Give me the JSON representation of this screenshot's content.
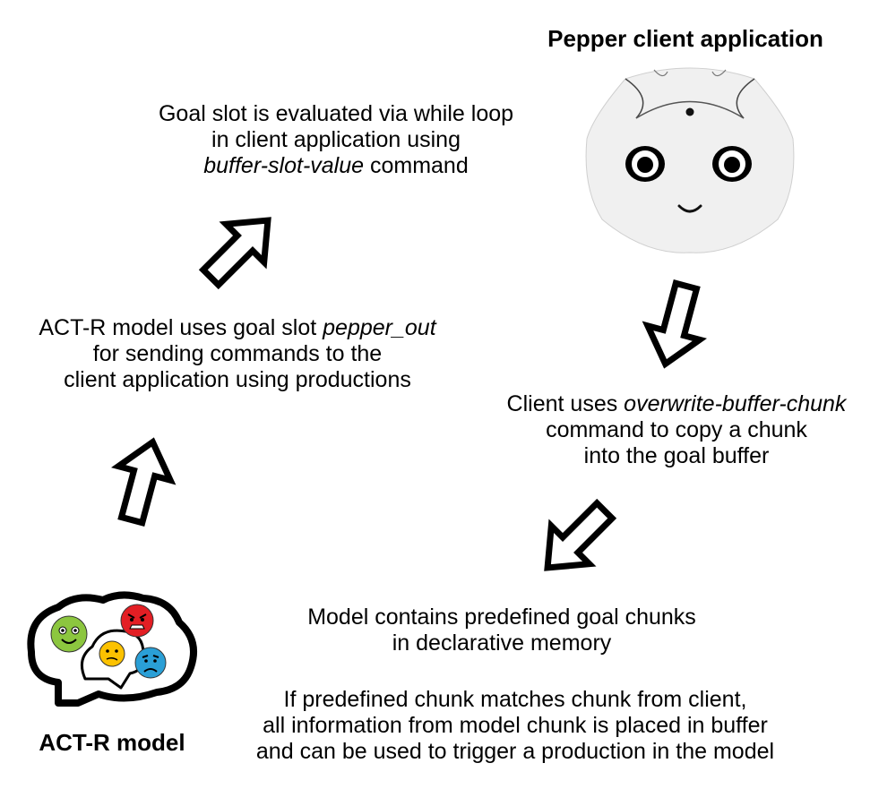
{
  "labels": {
    "pepper_title": "Pepper client application",
    "actr_title": "ACT-R model"
  },
  "goal_eval": {
    "line1": "Goal slot is evaluated via while loop",
    "line2": "in client application using",
    "line3_italic": "buffer-slot-value",
    "line3_rest": " command"
  },
  "actr_goal": {
    "line1_prefix": "ACT-R model uses goal slot ",
    "line1_italic": "pepper_out",
    "line2": "for sending commands to the",
    "line3": "client application using productions"
  },
  "client_copy": {
    "line1_prefix": "Client uses ",
    "line1_italic": "overwrite-buffer-chunk",
    "line2": "command to copy a chunk",
    "line3": "into the goal buffer"
  },
  "model_contains": {
    "line1": "Model contains predefined goal chunks",
    "line2": "in declarative memory"
  },
  "match_info": {
    "line1": "If predefined chunk matches chunk from client,",
    "line2": "all information from model chunk is placed in buffer",
    "line3": "and can be used to trigger a production in the model"
  },
  "colors": {
    "emoji_green": "#8cc63f",
    "emoji_red": "#e31e24",
    "emoji_yellow": "#fcc200",
    "emoji_blue": "#2a9fd6",
    "robot_face": "#f0f0f0"
  }
}
